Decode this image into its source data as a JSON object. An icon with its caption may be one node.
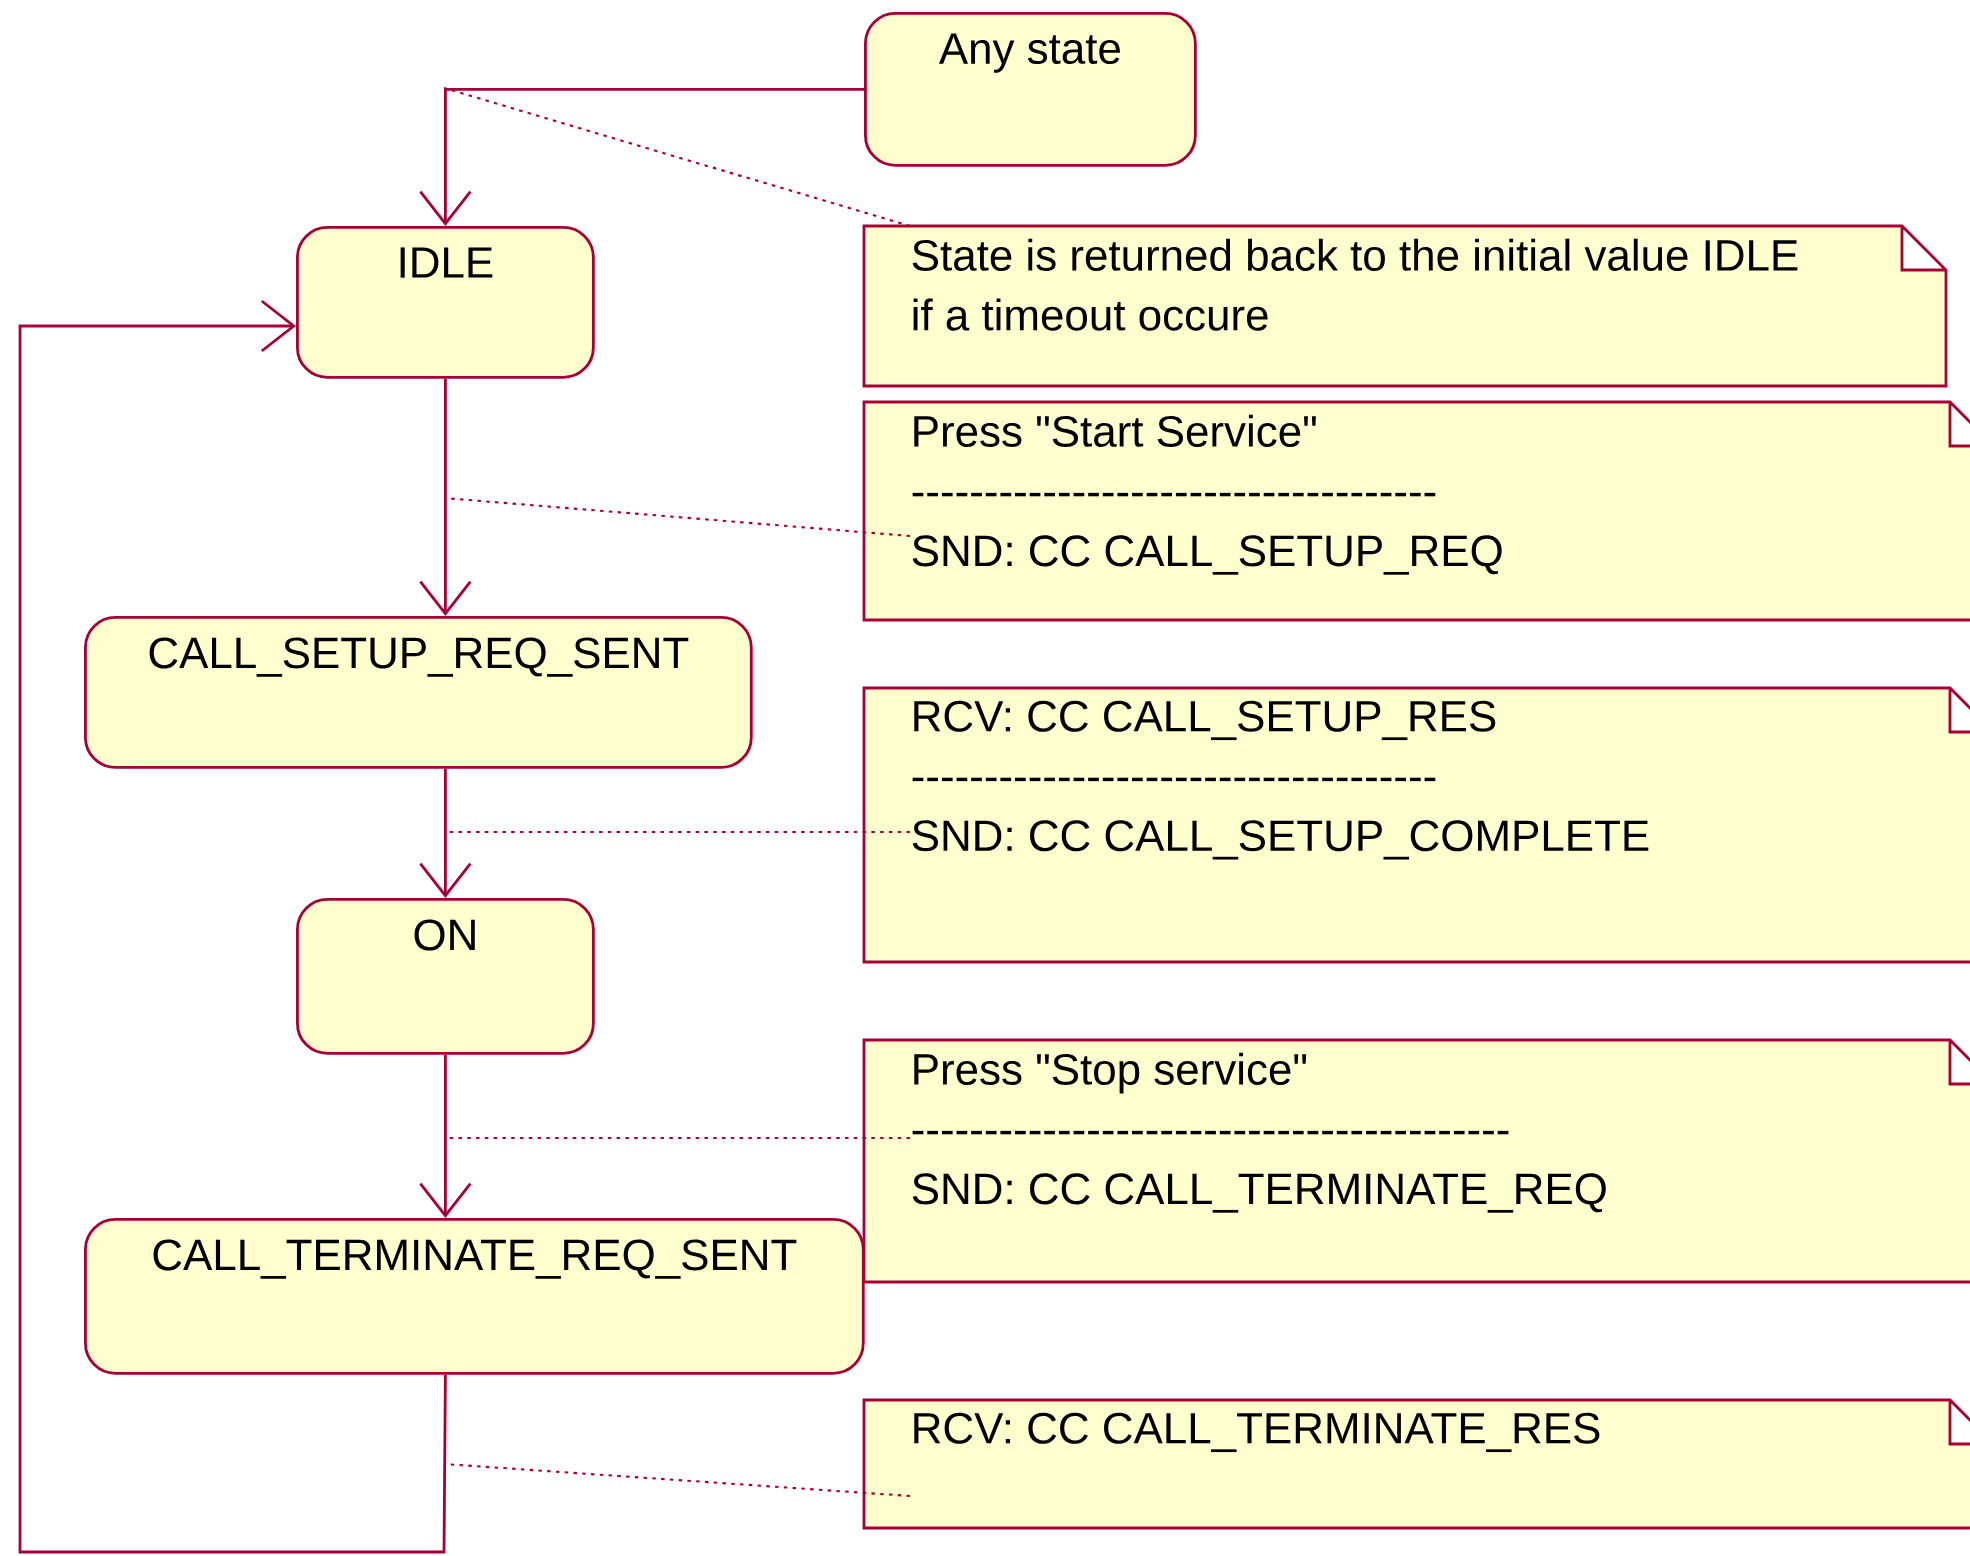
{
  "diagram": {
    "nodes": [
      {
        "text": [
          "Any state"
        ]
      },
      {
        "text": [
          "IDLE"
        ]
      },
      {
        "text": [
          "CALL_SETUP_REQ_SENT"
        ]
      },
      {
        "text": [
          "ON"
        ]
      },
      {
        "text": [
          "CALL_TERMINATE_REQ_SENT"
        ]
      },
      {
        "text": [
          "State is returned back to the initial value IDLE if a timeout occure"
        ]
      },
      {
        "text": [
          "Press \"Start Service\"",
          "------------------------------------",
          "SND: CC CALL_SETUP_REQ"
        ]
      },
      {
        "text": [
          "RCV: CC CALL_SETUP_RES",
          "------------------------------------",
          "SND: CC CALL_SETUP_COMPLETE"
        ]
      },
      {
        "text": [
          "Press \"Stop service\"",
          "-----------------------------------------",
          "SND: CC CALL_TERMINATE_REQ"
        ]
      },
      {
        "text": [
          "RCV: CC CALL_TERMINATE_RES"
        ]
      }
    ],
    "edges": [
      {
        "from": 0,
        "to": 1,
        "arrow": "to"
      },
      {
        "from": 1,
        "to": 2,
        "arrow": "to"
      },
      {
        "from": 2,
        "to": 3,
        "arrow": "to"
      },
      {
        "from": 3,
        "to": 4,
        "arrow": "to"
      },
      {
        "from": 4,
        "to": 1,
        "arrow": "to"
      },
      {
        "from": 5,
        "to": null,
        "arrow": "none",
        "style": "dashed"
      },
      {
        "from": 6,
        "to": null,
        "arrow": "none",
        "style": "dashed"
      },
      {
        "from": 7,
        "to": null,
        "arrow": "none",
        "style": "dashed"
      },
      {
        "from": 8,
        "to": null,
        "arrow": "none",
        "style": "dashed"
      },
      {
        "from": 9,
        "to": null,
        "arrow": "none",
        "style": "dashed"
      }
    ]
  }
}
